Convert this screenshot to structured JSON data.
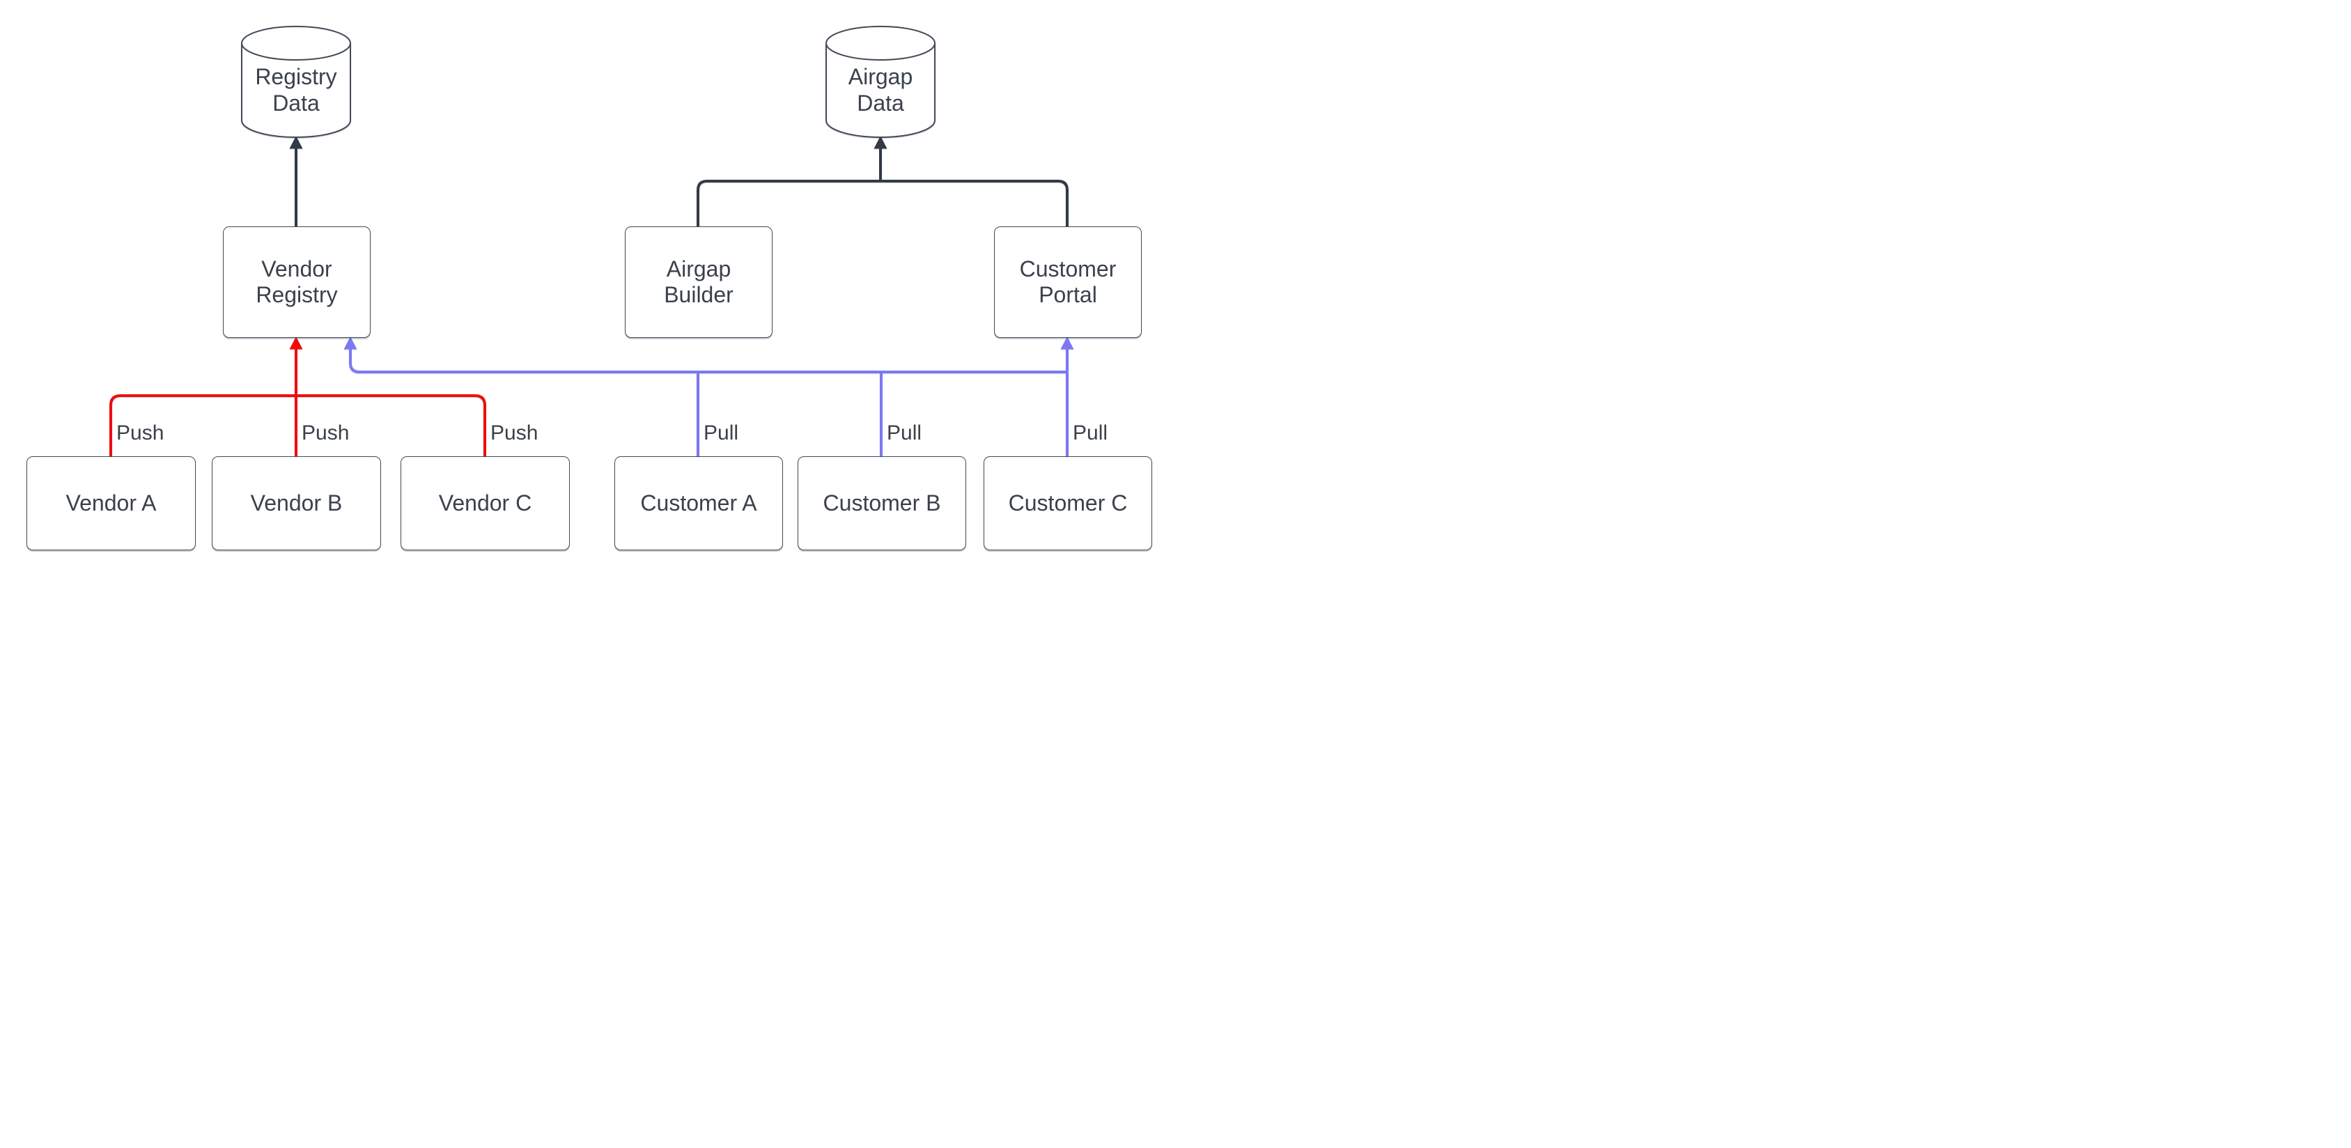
{
  "diagram": {
    "nodes": {
      "registry_data": {
        "label": "Registry Data",
        "shape": "cylinder"
      },
      "airgap_data": {
        "label": "Airgap Data",
        "shape": "cylinder"
      },
      "vendor_registry": {
        "label": "Vendor Registry",
        "shape": "rounded-rect"
      },
      "airgap_builder": {
        "label": "Airgap Builder",
        "shape": "rounded-rect"
      },
      "customer_portal": {
        "label": "Customer Portal",
        "shape": "rounded-rect"
      },
      "vendor_a": {
        "label": "Vendor A",
        "shape": "rounded-rect"
      },
      "vendor_b": {
        "label": "Vendor B",
        "shape": "rounded-rect"
      },
      "vendor_c": {
        "label": "Vendor C",
        "shape": "rounded-rect"
      },
      "customer_a": {
        "label": "Customer A",
        "shape": "rounded-rect"
      },
      "customer_b": {
        "label": "Customer B",
        "shape": "rounded-rect"
      },
      "customer_c": {
        "label": "Customer C",
        "shape": "rounded-rect"
      }
    },
    "edge_labels": {
      "push": "Push",
      "pull": "Pull"
    },
    "colors": {
      "background": "#ffffff",
      "node_border": "#424a57",
      "node_text": "#3a414b",
      "store_edge": "#323a47",
      "push_edge": "#f00c0c",
      "pull_edge": "#7b78f5"
    }
  }
}
